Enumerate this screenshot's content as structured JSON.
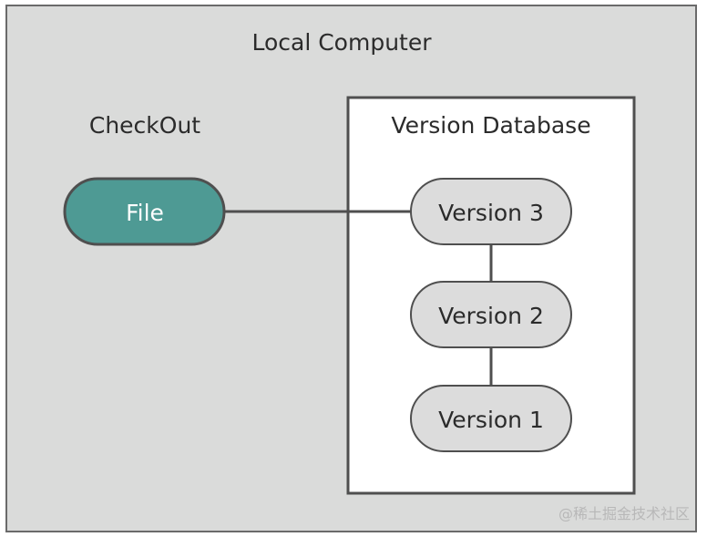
{
  "outer_label": "Local Computer",
  "checkout_label": "CheckOut",
  "file_label": "File",
  "database_label": "Version Database",
  "versions": [
    {
      "label": "Version 3"
    },
    {
      "label": "Version 2"
    },
    {
      "label": "Version 1"
    }
  ],
  "watermark": "@稀土掘金技术社区",
  "colors": {
    "outer_fill": "#dadbda",
    "border": "#4f4f4f",
    "file_fill": "#4e9a94",
    "version_fill": "#dcdcdc",
    "database_fill": "#ffffff"
  }
}
